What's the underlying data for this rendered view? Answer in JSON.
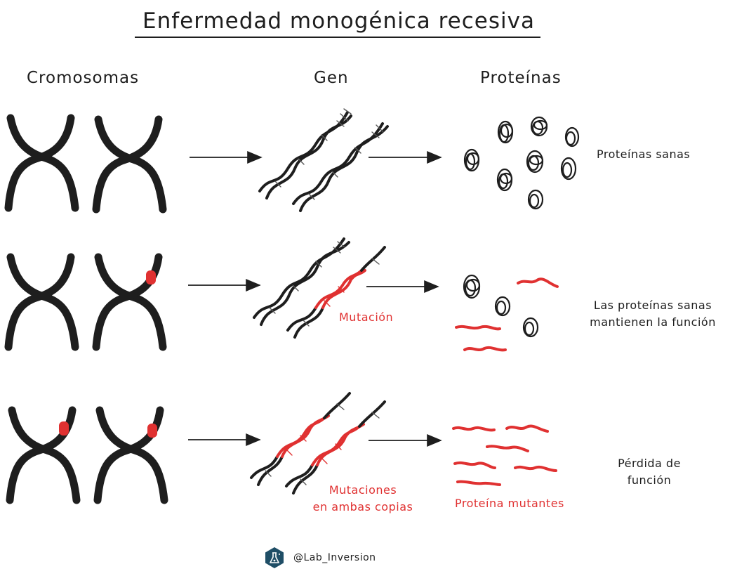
{
  "title": "Enfermedad monogénica recesiva",
  "headers": {
    "chromosomes": "Cromosomas",
    "gene": "Gen",
    "proteins": "Proteínas"
  },
  "rows": [
    {
      "outcome": "Proteínas sanas"
    },
    {
      "gene_label": "Mutación",
      "outcome_line1": "Las proteínas sanas",
      "outcome_line2": "mantienen la función"
    },
    {
      "gene_label_line1": "Mutaciones",
      "gene_label_line2": "en ambas copias",
      "protein_label": "Proteína mutantes",
      "outcome_line1": "Pérdida de",
      "outcome_line2": "función"
    }
  ],
  "footer": {
    "handle": "@Lab_Inversion",
    "logo_icon": "lab-flask-icon"
  },
  "colors": {
    "ink": "#1e1e1e",
    "mutation": "#e03131",
    "logo": "#1f4e66"
  }
}
